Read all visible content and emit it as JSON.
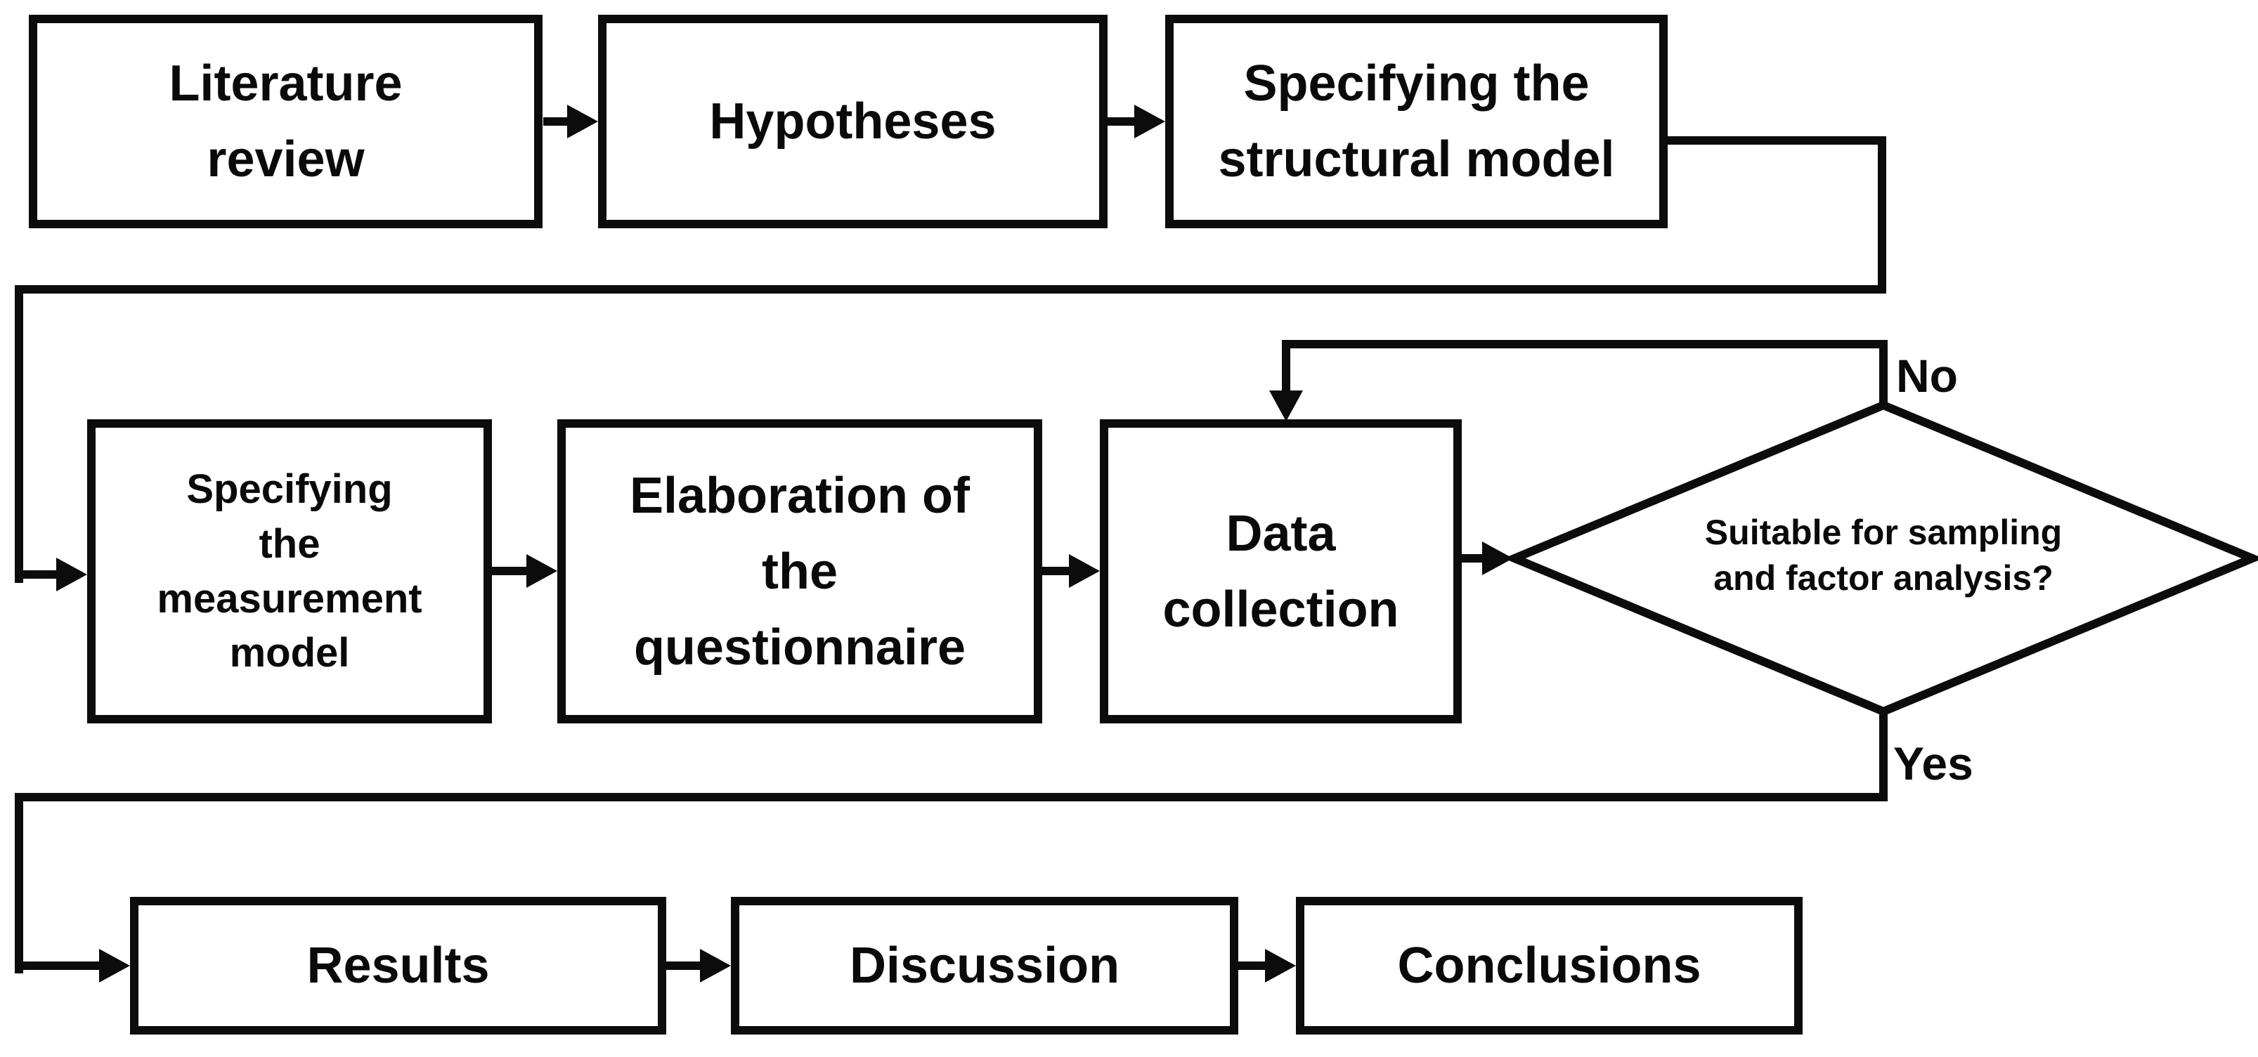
{
  "flowchart": {
    "colors": {
      "line": "#0c0c0c",
      "text": "#0a0a0a",
      "background": "#ffffff"
    },
    "nodes": {
      "literature_review": {
        "lines": [
          "Literature",
          "review"
        ]
      },
      "hypotheses": {
        "lines": [
          "Hypotheses"
        ]
      },
      "structural_model": {
        "lines": [
          "Specifying the",
          "structural model"
        ]
      },
      "measurement_model": {
        "lines": [
          "Specifying",
          "the",
          "measurement",
          "model"
        ]
      },
      "questionnaire": {
        "lines": [
          "Elaboration of",
          "the",
          "questionnaire"
        ]
      },
      "data_collection": {
        "lines": [
          "Data",
          "collection"
        ]
      },
      "results": {
        "lines": [
          "Results"
        ]
      },
      "discussion": {
        "lines": [
          "Discussion"
        ]
      },
      "conclusions": {
        "lines": [
          "Conclusions"
        ]
      }
    },
    "decision": {
      "lines": [
        "Suitable for sampling",
        "and factor analysis?"
      ]
    },
    "labels": {
      "no": "No",
      "yes": "Yes"
    }
  }
}
